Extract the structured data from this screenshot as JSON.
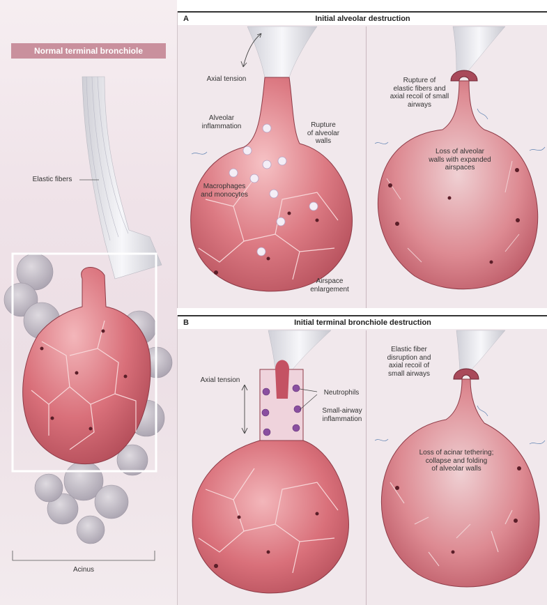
{
  "left": {
    "title": "Normal terminal bronchiole",
    "elastic_fibers_label": "Elastic fibers",
    "acinus_label": "Acinus"
  },
  "panel_a": {
    "letter": "A",
    "title": "Initial alveolar destruction",
    "axial_tension": "Axial tension",
    "alveolar_inflammation": "Alveolar\ninflammation",
    "rupture_alveolar_walls": "Rupture\nof alveolar\nwalls",
    "macrophages": "Macrophages\nand monocytes",
    "airspace_enlargement": "Airspace\nenlargement",
    "rupture_elastic": "Rupture of\nelastic fibers and\naxial recoil of small\nairways",
    "loss_alveolar": "Loss of alveolar\nwalls with expanded\nairspaces"
  },
  "panel_b": {
    "letter": "B",
    "title": "Initial terminal bronchiole destruction",
    "axial_tension": "Axial tension",
    "neutrophils": "Neutrophils",
    "small_airway_inflammation": "Small-airway\ninflammation",
    "elastic_disruption": "Elastic fiber\ndisruption and\naxial recoil of\nsmall airways",
    "loss_acinar": "Loss of acinar tethering;\ncollapse and folding\nof alveolar walls"
  },
  "colors": {
    "tissue": "#d9707a",
    "tissue_light": "#eea3a9",
    "tissue_dark": "#a8404c",
    "fiber": "#e4e4ea",
    "grey_acinus": "#b8b4bd",
    "title_bar": "#c9909d",
    "neutrophil": "#8a4fa0"
  }
}
